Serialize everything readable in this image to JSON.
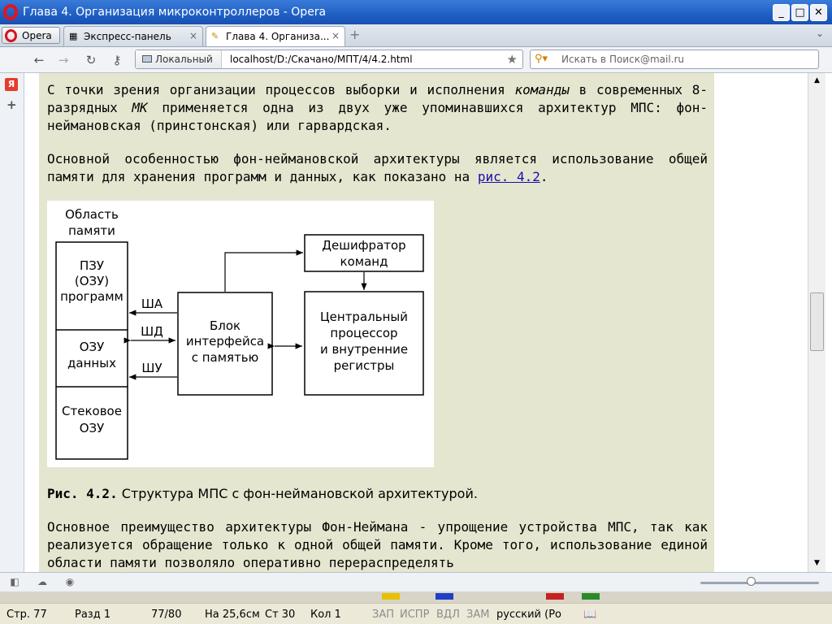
{
  "window": {
    "title": "Глава 4. Организация микроконтроллеров - Opera",
    "buttons": [
      "_",
      "□",
      "✕"
    ]
  },
  "tabs": {
    "menu_label": "Opera",
    "items": [
      {
        "label": "Экспресс-панель",
        "icon": "grid-icon",
        "close": "×"
      },
      {
        "label": "Глава 4. Организа...",
        "icon": "page-icon",
        "close": "×"
      }
    ],
    "new_tab": "+"
  },
  "nav": {
    "location_label": "Локальный",
    "url": "localhost/D:/Скачано/МПТ/4/4.2.html",
    "search_placeholder": "Искать в Поиск@mail.ru"
  },
  "article": {
    "para1_a": "С точки зрения организации процессов выборки и исполнения ",
    "para1_em1": "команды",
    "para1_b": " в современных 8-разрядных ",
    "para1_em2": "МК",
    "para1_c": " применяется одна из двух уже упоминавшихся архитектур МПС: фон-неймановская (принстонская) или гарвардская.",
    "para2_a": "Основной особенностью фон-неймановской архитектуры является использование общей памяти для хранения программ и данных, как показано на ",
    "para2_link": "рис. 4.2",
    "para2_b": ".",
    "caption_label": "Рис. 4.2.",
    "caption_text": " Структура МПС с фон-неймановской архитектурой.",
    "para3": "Основное преимущество архитектуры Фон-Неймана - упрощение устройства МПС, так как реализуется обращение только к одной общей памяти. Кроме того, использование единой области памяти позволяло оперативно перераспределять"
  },
  "diagram": {
    "memory_area_1": "Область",
    "memory_area_2": "памяти",
    "rom_1": "ПЗУ",
    "rom_2": "(ОЗУ)",
    "rom_3": "программ",
    "ram_1": "ОЗУ",
    "ram_2": "данных",
    "stack_1": "Стековое",
    "stack_2": "ОЗУ",
    "bus_address": "ША",
    "bus_data": "ШД",
    "bus_control": "ШУ",
    "iface_1": "Блок",
    "iface_2": "интерфейса",
    "iface_3": "с памятью",
    "decoder_1": "Дешифратор",
    "decoder_2": "команд",
    "cpu_1": "Центральный",
    "cpu_2": "процессор",
    "cpu_3": "и внутренние",
    "cpu_4": "регистры"
  },
  "word_status": {
    "page": "Стр. 77",
    "section": "Разд 1",
    "pages": "77/80",
    "at": "На 25,6см",
    "line": "Ст 30",
    "col": "Кол 1",
    "rec": "ЗАП",
    "trk": "ИСПР",
    "ext": "ВДЛ",
    "ovr": "ЗАМ",
    "lang": "русский (Ро"
  }
}
